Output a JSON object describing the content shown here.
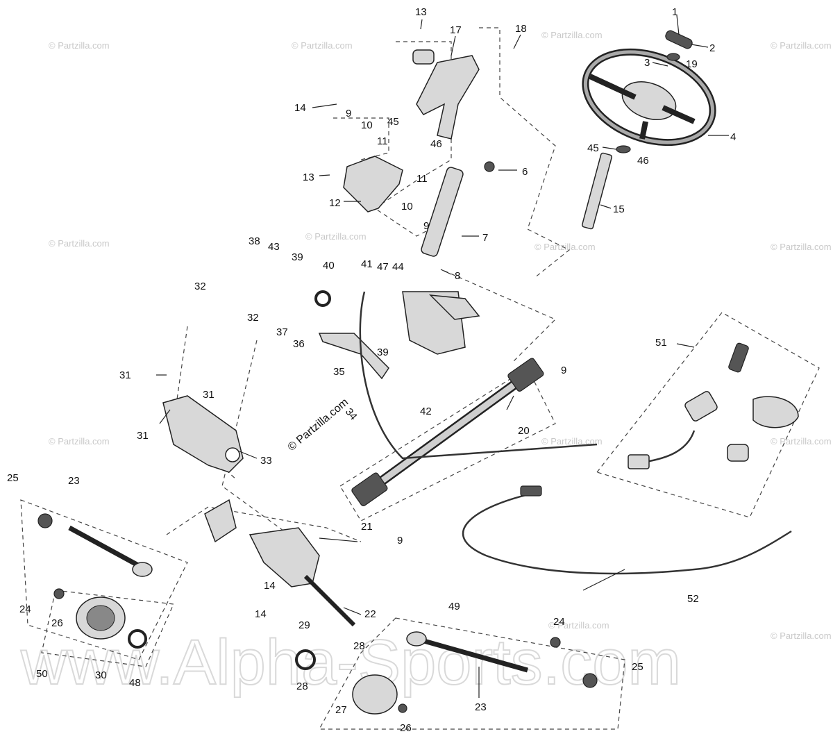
{
  "watermarks": {
    "small": "© Partzilla.com",
    "center": "© Partzilla.com",
    "big": "www.Alpha-Sports.com"
  },
  "callouts": [
    "1",
    "2",
    "3",
    "19",
    "4",
    "45",
    "46",
    "15",
    "13",
    "17",
    "18",
    "14",
    "9",
    "10",
    "11",
    "45",
    "46",
    "13",
    "11",
    "12",
    "10",
    "9",
    "6",
    "7",
    "8",
    "38",
    "43",
    "39",
    "40",
    "41",
    "47",
    "44",
    "37",
    "36",
    "39",
    "35",
    "42",
    "9",
    "20",
    "32",
    "32",
    "31",
    "31",
    "31",
    "33",
    "34",
    "51",
    "25",
    "23",
    "24",
    "26",
    "30",
    "48",
    "50",
    "21",
    "9",
    "14",
    "14",
    "22",
    "29",
    "28",
    "28",
    "27",
    "26",
    "49",
    "23",
    "24",
    "25",
    "52"
  ]
}
